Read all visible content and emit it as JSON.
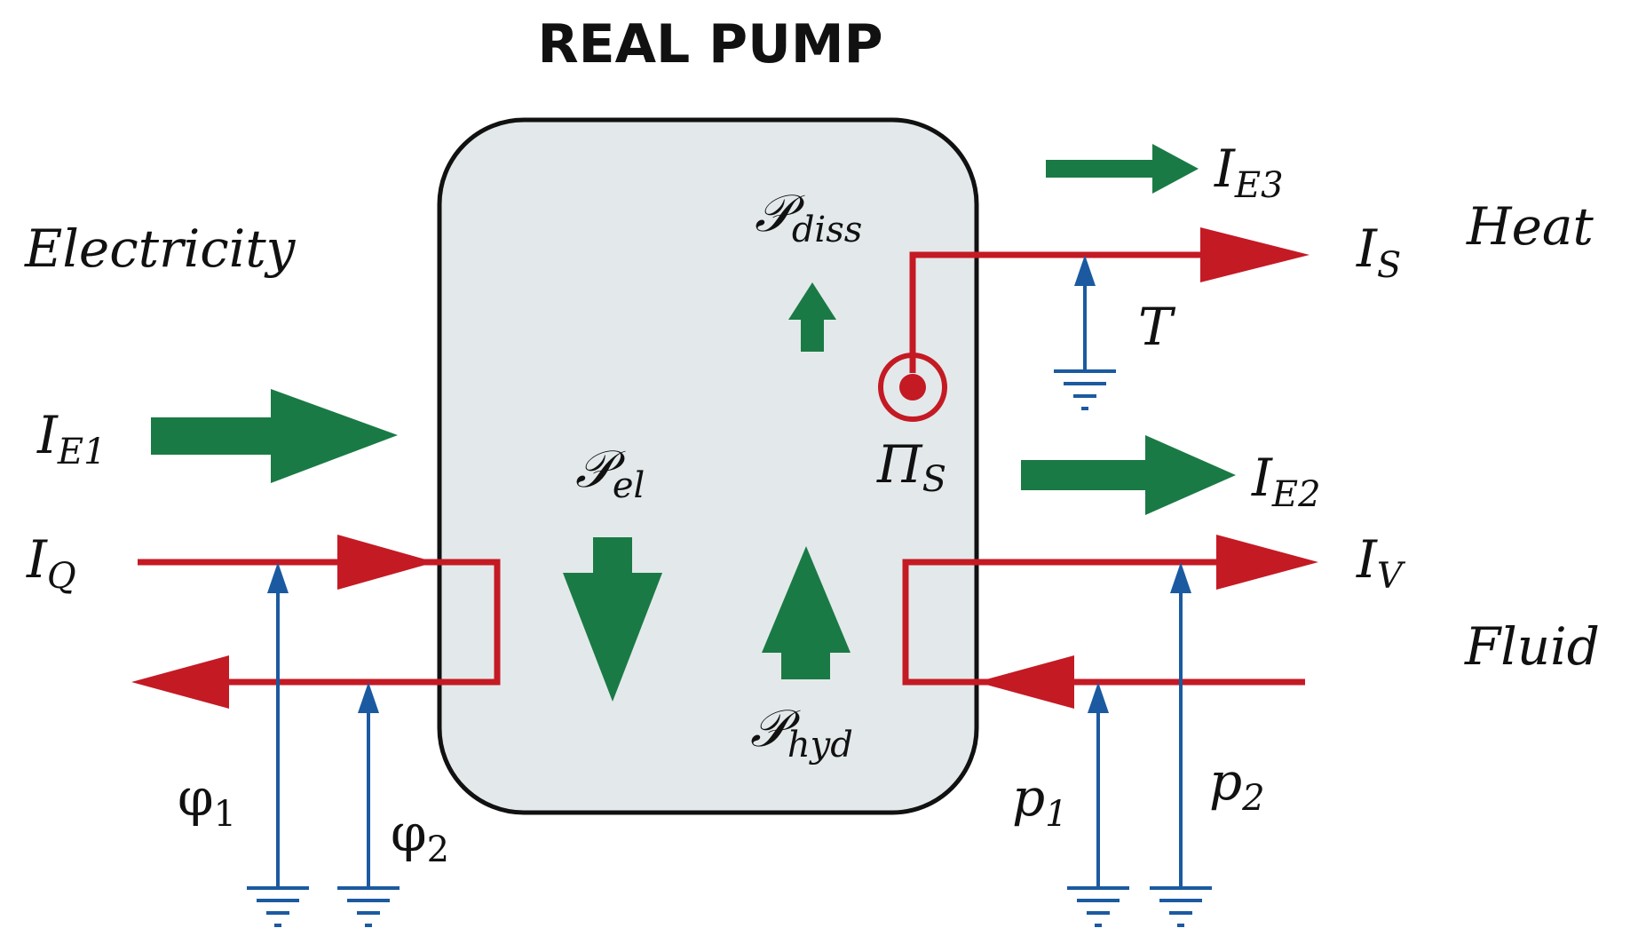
{
  "title": "REAL PUMP",
  "labels": {
    "electricity": "Electricity",
    "heat": "Heat",
    "fluid": "Fluid",
    "ie1": {
      "main": "I",
      "sub": "E1"
    },
    "ie2": {
      "main": "I",
      "sub": "E2"
    },
    "ie3": {
      "main": "I",
      "sub": "E3"
    },
    "is": {
      "main": "I",
      "sub": "S"
    },
    "iq": {
      "main": "I",
      "sub": "Q"
    },
    "iv": {
      "main": "I",
      "sub": "V"
    },
    "t": "T",
    "pi_s": {
      "main": "Π",
      "sub": "S"
    },
    "p_diss": {
      "main": "𝒫",
      "sub": "diss"
    },
    "p_el": {
      "main": "𝒫",
      "sub": "el"
    },
    "p_hyd": {
      "main": "𝒫",
      "sub": "hyd"
    },
    "phi1": {
      "main": "φ",
      "sub": "1"
    },
    "phi2": {
      "main": "φ",
      "sub": "2"
    },
    "p1": {
      "main": "p",
      "sub": "1"
    },
    "p2": {
      "main": "p",
      "sub": "2"
    }
  },
  "colors": {
    "energy_arrow": "#1a7a45",
    "flow_arrow": "#c41a24",
    "potential_arrow": "#1b5aa0",
    "pump_fill": "#e3e9ea",
    "pump_stroke": "#111111"
  }
}
